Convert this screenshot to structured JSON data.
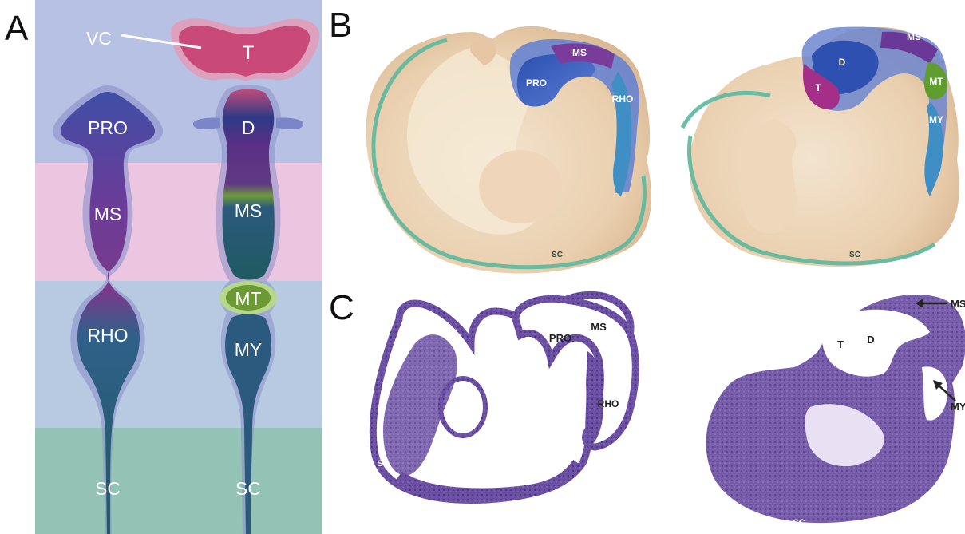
{
  "panels": {
    "a": "A",
    "b": "B",
    "c": "C"
  },
  "panel_a": {
    "left_tube": {
      "pro": "PRO",
      "ms": "MS",
      "rho": "RHO",
      "sc": "SC"
    },
    "right_tube": {
      "vc": "VC",
      "t": "T",
      "d": "D",
      "ms": "MS",
      "mt": "MT",
      "my": "MY",
      "sc": "SC"
    },
    "band_colors": {
      "forebrain": "#b7c1e4",
      "midbrain": "#ecc6e1",
      "hindbrain": "#b8cae2",
      "spinal": "#93c3b4"
    }
  },
  "panel_b": {
    "left_embryo": {
      "pro": "PRO",
      "ms": "MS",
      "rho": "RHO",
      "sc": "SC"
    },
    "right_embryo": {
      "t": "T",
      "d": "D",
      "ms": "MS",
      "mt": "MT",
      "my": "MY",
      "sc": "SC"
    }
  },
  "panel_c": {
    "left_section": {
      "pro": "PRO",
      "ms": "MS",
      "rho": "RHO",
      "sc": "SC"
    },
    "right_section": {
      "t": "T",
      "d": "D",
      "ms": "MS",
      "my": "MY",
      "sc": "SC"
    }
  }
}
